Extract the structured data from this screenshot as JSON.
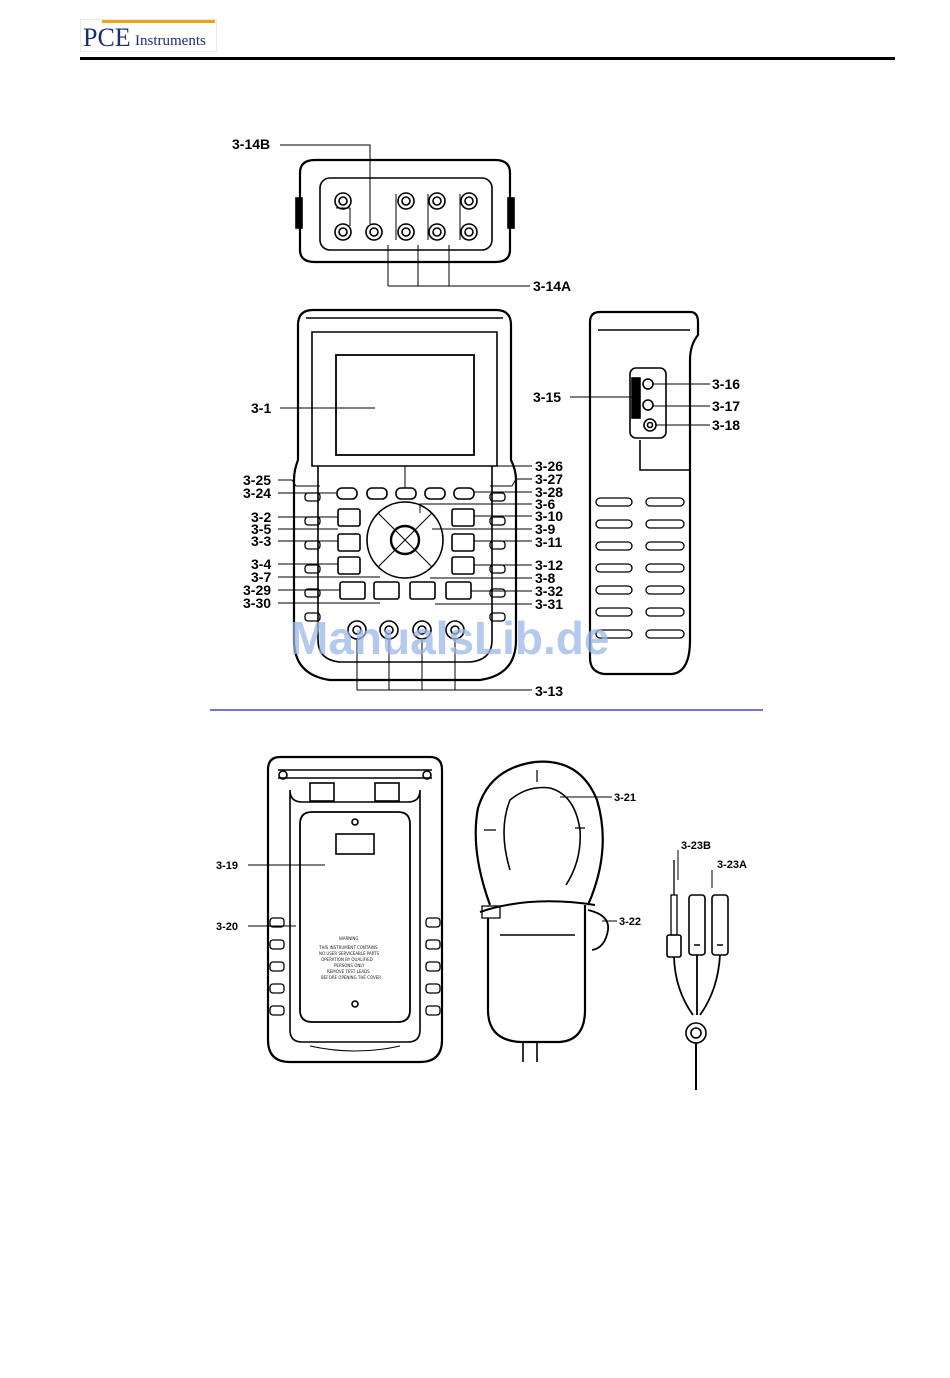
{
  "logo": {
    "text_main": "PCE",
    "text_sub": "Instruments"
  },
  "watermark": "ManualsLib.de",
  "top_view": {
    "label_b": "3-14B",
    "label_a": "3-14A"
  },
  "front_labels_left": [
    "3-1",
    "3-25",
    "3-24",
    "3-2",
    "3-5",
    "3-3",
    "3-4",
    "3-7",
    "3-29",
    "3-30"
  ],
  "front_labels_right": [
    "3-26",
    "3-27",
    "3-28",
    "3-6",
    "3-10",
    "3-9",
    "3-11",
    "3-12",
    "3-8",
    "3-32",
    "3-31"
  ],
  "front_label_bottom": "3-13",
  "side_labels": [
    "3-15",
    "3-16",
    "3-17",
    "3-18"
  ],
  "back_labels": [
    "3-19",
    "3-20"
  ],
  "back_warning": [
    "WARNING",
    "THIS INSTRUMENT CONTAINS",
    "NO USER SERVICEABLE PARTS",
    "OPERATION BY QUALIFIED",
    "PERSONS ONLY",
    "REMOVE TEST LEADS",
    "BEFORE OPENING THE COVER"
  ],
  "clamp_labels": [
    "3-21",
    "3-22"
  ],
  "cable_labels": [
    "3-23B",
    "3-23A"
  ],
  "colors": {
    "line": "#000000",
    "divider": "#2222cc",
    "logo_bar": "#e8a317",
    "logo_text": "#1c2f6b",
    "watermark": "#9db8e6"
  }
}
